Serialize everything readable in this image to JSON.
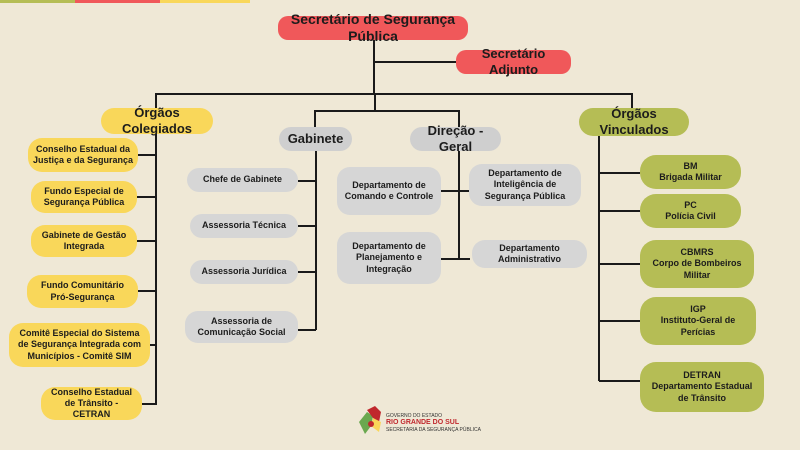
{
  "colors": {
    "background": "#efe8d6",
    "red": "#f0585a",
    "yellow": "#f9d75a",
    "grey": "#d6d6d6",
    "green": "#b5bd55",
    "logo_red": "#c0282d",
    "logo_green": "#6aa84f",
    "logo_yellow": "#f9d75a"
  },
  "nodes": {
    "secretario": "Secretário de Segurança Pública",
    "adjunto": "Secretário Adjunto",
    "orgaos_colegiados": "Órgãos Colegiados",
    "gabinete": "Gabinete",
    "direcao_geral": "Direção - Geral",
    "orgaos_vinculados": "Órgãos Vinculados"
  },
  "colegiados": [
    "Conselho Estadual da Justiça e da Segurança",
    "Fundo Especial de Segurança Pública",
    "Gabinete de Gestão Integrada",
    "Fundo Comunitário Pró-Segurança",
    "Comitê Especial do Sistema de Segurança Integrada com Municípios - Comitê SIM",
    "Conselho Estadual de Trânsito - CETRAN"
  ],
  "gabinete_items": [
    "Chefe de Gabinete",
    "Assessoria Técnica",
    "Assessoria Jurídica",
    "Assessoria de Comunicação Social"
  ],
  "direcao_items": {
    "comando": "Departamento de Comando e Controle",
    "planejamento": "Departamento de Planejamento e Integração",
    "inteligencia": "Departamento de Inteligência de Segurança Pública",
    "administrativo": "Departamento Administrativo"
  },
  "vinculados": [
    "BM\nBrigada Militar",
    "PC\nPolícia Civil",
    "CBMRS\nCorpo de Bombeiros Militar",
    "IGP\nInstituto-Geral de Perícias",
    "DETRAN\nDepartamento Estadual de Trânsito"
  ],
  "logo": {
    "line1": "GOVERNO DO ESTADO",
    "line2": "RIO GRANDE DO SUL",
    "line3": "SECRETARIA DA SEGURANÇA PÚBLICA",
    "icon": "rs-government-logo-icon"
  }
}
